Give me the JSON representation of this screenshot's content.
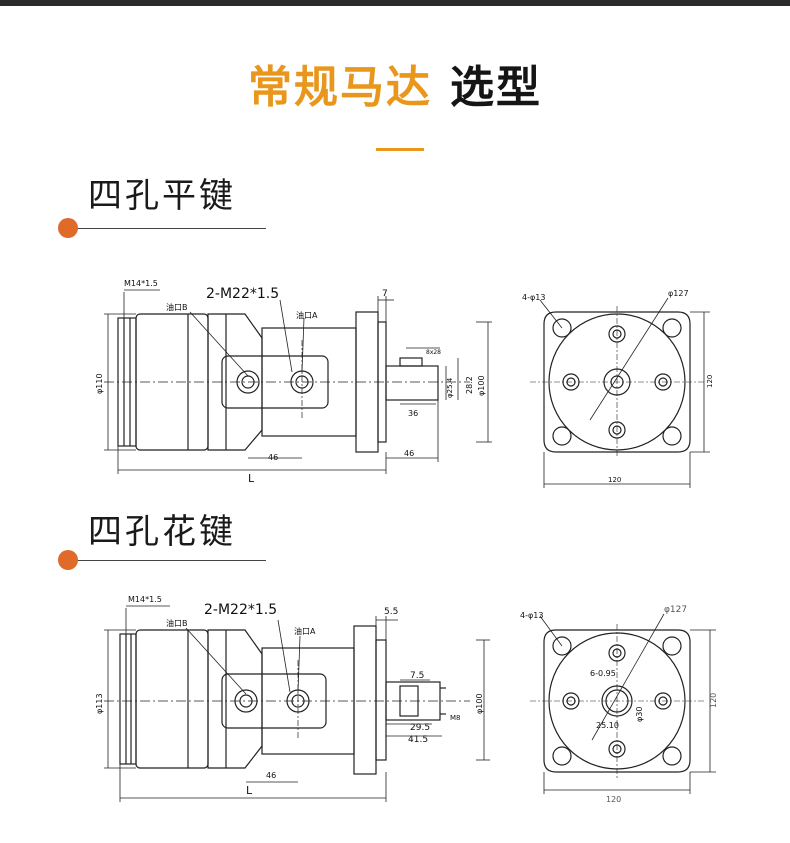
{
  "header": {
    "title_accent": "常规马达",
    "title_dark": "选型"
  },
  "sections": [
    {
      "heading": "四孔平键",
      "labels": {
        "port_thread": "M14*1.5",
        "mount_thread": "2-M22*1.5",
        "port_b": "油口B",
        "port_a": "油口A",
        "flange_thk": "7",
        "pilot_dia": "φ110",
        "key_spec": "8x28",
        "shaft_dia": "φ25.4",
        "key_height": "28.2",
        "flange_dia": "φ100",
        "key_len": "36",
        "port_spacing": "46",
        "shaft_len": "46",
        "length": "L",
        "bolt_holes": "4-φ13",
        "bolt_circle": "φ127",
        "height": "120",
        "width": "120"
      }
    },
    {
      "heading": "四孔花键",
      "labels": {
        "port_thread": "M14*1.5",
        "mount_thread": "2-M22*1.5",
        "port_b": "油口B",
        "port_a": "油口A",
        "flange_thk": "5.5",
        "pilot_dia": "φ113",
        "spline_step": "7.5",
        "flange_dia": "φ100",
        "end_thread": "M8",
        "spline_len": "29.5",
        "shaft_len": "41.5",
        "port_spacing": "46",
        "length": "L",
        "bolt_holes": "4-φ13",
        "bolt_circle": "φ127",
        "spline_spec": "6-0.95",
        "spline_dia": "φ30",
        "spline_minor": "25.10",
        "height": "120",
        "width": "120"
      }
    }
  ]
}
